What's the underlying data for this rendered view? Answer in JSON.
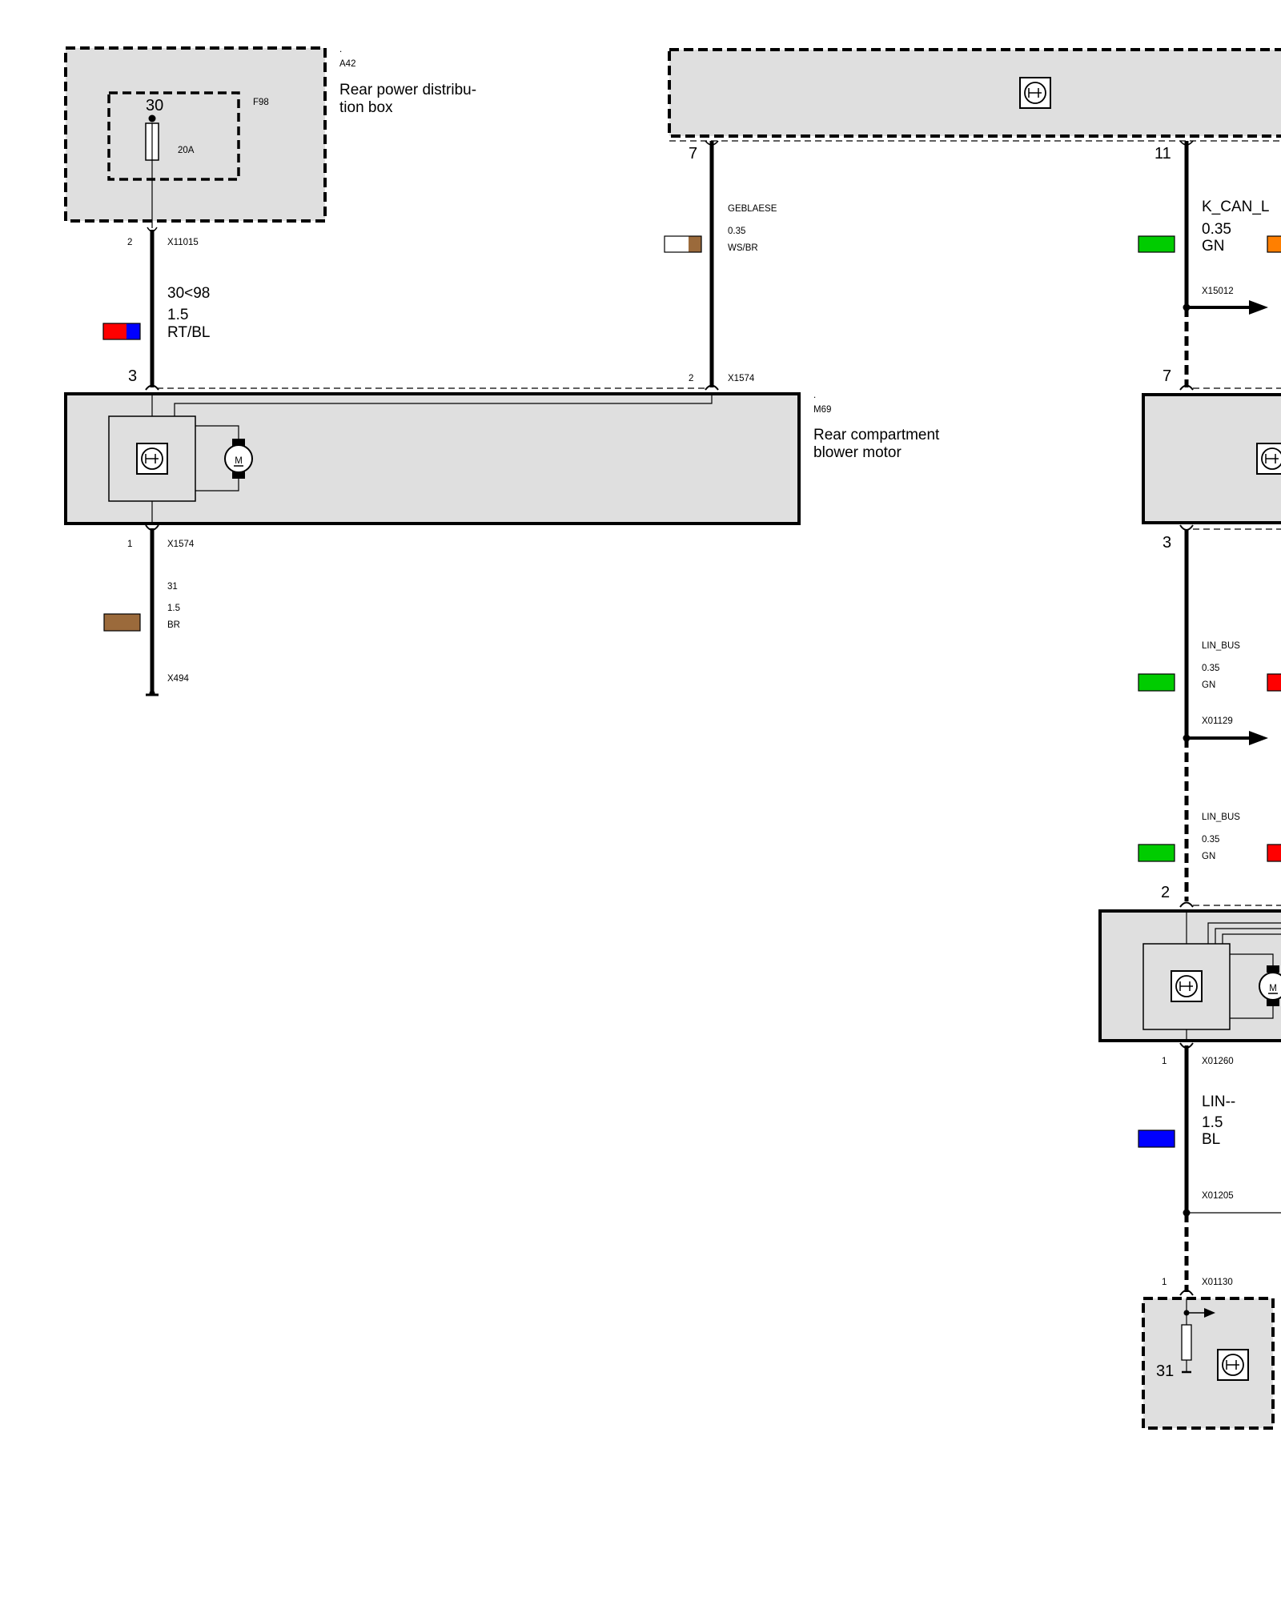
{
  "a42": {
    "dot": ".",
    "id": "A42",
    "title_line1": "Rear power distribu-",
    "title_line2": "tion box",
    "fuse_id": "F98",
    "fuse_terminal": "30",
    "fuse_rating": "20A"
  },
  "wire_30": {
    "pin_top": "2",
    "connector_top": "X11015",
    "name": "30<98",
    "size": "1.5",
    "color": "RT/BL",
    "pin_bottom": "3",
    "swatch_colors": [
      "#ff0000",
      "#0000ff"
    ]
  },
  "wire_geblaese": {
    "pin_top": "7",
    "name": "GEBLAESE",
    "size": "0.35",
    "color": "WS/BR",
    "pin_bottom": "2",
    "connector_bottom": "X1574",
    "swatch_colors": [
      "#ffffff",
      "#9b6a3b"
    ]
  },
  "m69": {
    "dot": ".",
    "id": "M69",
    "title_line1": "Rear compartment",
    "title_line2": "blower motor",
    "motor_letter": "M"
  },
  "wire_31": {
    "pin": "1",
    "connector": "X1574",
    "name": "31",
    "size": "1.5",
    "color": "BR",
    "ground": "X494",
    "swatch_color": "#9b6a3b"
  },
  "right": {
    "pin_11": "11",
    "kcan": {
      "name": "K_CAN_L",
      "size": "0.35",
      "color": "GN",
      "connector": "X15012",
      "swatch_color": "#00cc00",
      "swatch2_color": "#ff7f00"
    },
    "pin_7": "7",
    "pin_3": "3",
    "lin1": {
      "name": "LIN_BUS",
      "size": "0.35",
      "color": "GN",
      "connector": "X01129",
      "swatch_color": "#00cc00",
      "swatch2_color": "#ff0000"
    },
    "lin2": {
      "name": "LIN_BUS",
      "size": "0.35",
      "color": "GN",
      "swatch_color": "#00cc00",
      "swatch2_color": "#ff0000"
    },
    "pin_2": "2",
    "motor_letter": "M",
    "pin_1_a": "1",
    "connector_x01260": "X01260",
    "lin_minus": {
      "name": "LIN--",
      "size": "1.5",
      "color": "BL",
      "swatch_color": "#0000ff"
    },
    "connector_x01205": "X01205",
    "pin_1_b": "1",
    "connector_x01130": "X01130",
    "ground_terminal": "31"
  }
}
